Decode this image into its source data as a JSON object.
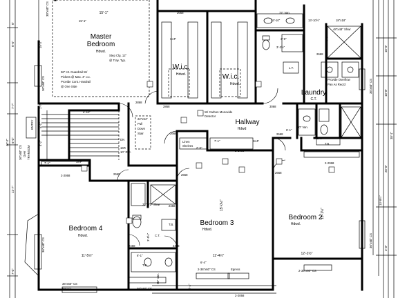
{
  "rooms": {
    "master_bedroom": {
      "name_1": "Master",
      "name_2": "Bedroom",
      "floor": "Hdwd.",
      "dim": "15'-1\""
    },
    "wic_left": {
      "name": "W.i.c.",
      "floor": "Hdwd."
    },
    "wic_right": {
      "name": "W.i.c.",
      "floor": "Hdwd."
    },
    "laundry": {
      "name": "Laundry",
      "floor": "C.T."
    },
    "hallway": {
      "name": "Hallway",
      "floor": "Hdwd"
    },
    "bedroom_4": {
      "name": "Bedroom 4",
      "floor": "Hdwd.",
      "width": "11'-5½\""
    },
    "bedroom_3": {
      "name": "Bedroom 3",
      "floor": "Hdwd.",
      "width": "11'-4½\"",
      "depth": "15'-0½\""
    },
    "bedroom_2": {
      "name": "Bedroom 2",
      "floor": "Hdwd.",
      "width": "12'-2½\"",
      "depth": "15'-1½\""
    }
  },
  "notes": {
    "step_clg": "Step Clg. 12\"",
    "tray": "@ Tray. Typ.",
    "guardrail_1": "36\" Ht. Guardrail W/",
    "guardrail_2": "Pickets @ Max. 4\" o.c.",
    "guardrail_3": "Provide Cont. Handrail",
    "guardrail_4": "@ One Side",
    "smoke_1": "W/ Carbon Monoxide",
    "smoke_2": "Detector",
    "overflow_1": "Provide Overflow",
    "overflow_2": "Pan As Req'd",
    "linen_1": "Linen",
    "linen_2": "Shelves",
    "pull_down_1": "22\"x54\"",
    "pull_down_2": "Pull",
    "pull_down_3": "Down",
    "pull_down_4": "Stair",
    "stair_dn": "DN",
    "stair_r": "16R",
    "stair_rc": "10\" R.C.",
    "vanity_72": "72\" Van.",
    "vanity_30": "30\" Van.",
    "vanity_60": "60\" Van.",
    "shower_48": "48\"x48\" Shwr",
    "shower_32": "32\"x72\" Shwr",
    "sap": "SAP",
    "ct": "C.T.",
    "tb": "T.B.",
    "lt": "L.T.",
    "egress": "Egress",
    "cs": "36\"x60\" CS",
    "cs_bed4": "36\"x60\" CS",
    "cs_egress": "Egress",
    "cs_bath": "36\"x60\" CS",
    "cs_bed3": "2-36\"x60\" CS",
    "cs_bed2": "2-36\"x60\" CS",
    "entry_1": "36\"x60\" CS",
    "entry_2": "Over",
    "entry_3": "TRANSOM",
    "upper_left": "30\"x60\" CS",
    "n_18": "18\"x18\"",
    "n_36cs_r": "36\"x60\" CS",
    "n_36_top": "36\"x60\" CS",
    "n_ent": "ENTRY",
    "c1": "15'-1\"",
    "c2": "13'-10½\""
  },
  "doors": {
    "d2668_top": "2668",
    "d2868_master": "2868",
    "d2868_top2": "2868",
    "d3068": "3068",
    "d2668_hall": "2668",
    "d2668_hall2": "2668",
    "d2_2068_a": "2-2068",
    "d2_2068_b": "2-2068",
    "d2_2068_c": "2-2068",
    "d2668_bed4": "2668",
    "d2468_a": "2468",
    "d2468_b": "2468",
    "d2668_bed3": "2668",
    "d2468_bath": "2468",
    "d2668_r": "2668",
    "d2668_r2": "2668"
  },
  "dims": {
    "l1": "6\"",
    "l2": "6'-6\"",
    "l3": "15'-2\"",
    "l4": "7'-7\"",
    "l5": "5'-1\"",
    "l6": "1'-7\"",
    "l7": "4'-2\"",
    "l8": "11'-7\"",
    "l9": "7'-0\"",
    "l10": "6'-0\"",
    "l11": "40'-2\"",
    "r1": "10'-6\"",
    "r2": "10'-8\"",
    "r3": "20'-0\"",
    "r4": "38'-1\"",
    "r5": "4'-0\"",
    "r6": "13'-8½\"",
    "d1": "5'-10\"",
    "d2": "6'-1\"",
    "d3": "7'-1\"",
    "d4": "6'-4\"",
    "d5": "2'-0\"",
    "d6": "13'-10\"",
    "d7": "6'-1\"",
    "d8": "7'-1\"",
    "d9": "2-2068",
    "d10": "3'-9\"",
    "d11": "2'-4\"",
    "d12": "3'-5½\"",
    "d13": "6'-3\"",
    "d14": "3'-3½\""
  }
}
